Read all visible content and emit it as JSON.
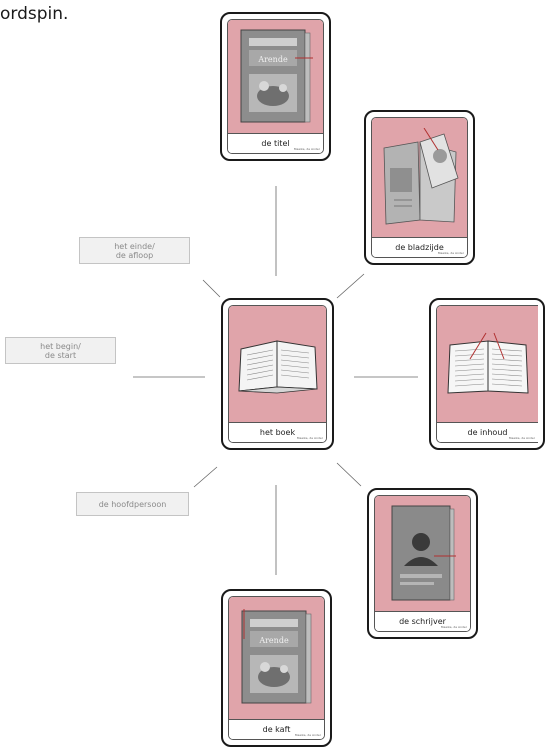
{
  "heading": "ordspin.",
  "cards": {
    "titel": {
      "caption": "de titel",
      "credit": "Maaike, de Ander"
    },
    "bladzijde": {
      "caption": "de bladzijde",
      "credit": "Maaike, de Ander"
    },
    "boek": {
      "caption": "het boek",
      "credit": "Maaike, de Ander"
    },
    "inhoud": {
      "caption": "de inhoud",
      "credit": "Maaike, de Ander"
    },
    "schrijver": {
      "caption": "de schrijver",
      "credit": "Maaike, de Ander"
    },
    "kaft": {
      "caption": "de kaft",
      "credit": "Maaike, de Ander"
    }
  },
  "labels": {
    "einde": {
      "line1": "het einde/",
      "line2": "de afloop"
    },
    "begin": {
      "line1": "het begin/",
      "line2": "de start"
    },
    "hoofdpersoon": {
      "line1": "de hoofdpersoon"
    }
  },
  "colors": {
    "card_image": "#e0a4aa",
    "label_bg": "#f1f1f1",
    "label_text": "#8a8a8a"
  }
}
